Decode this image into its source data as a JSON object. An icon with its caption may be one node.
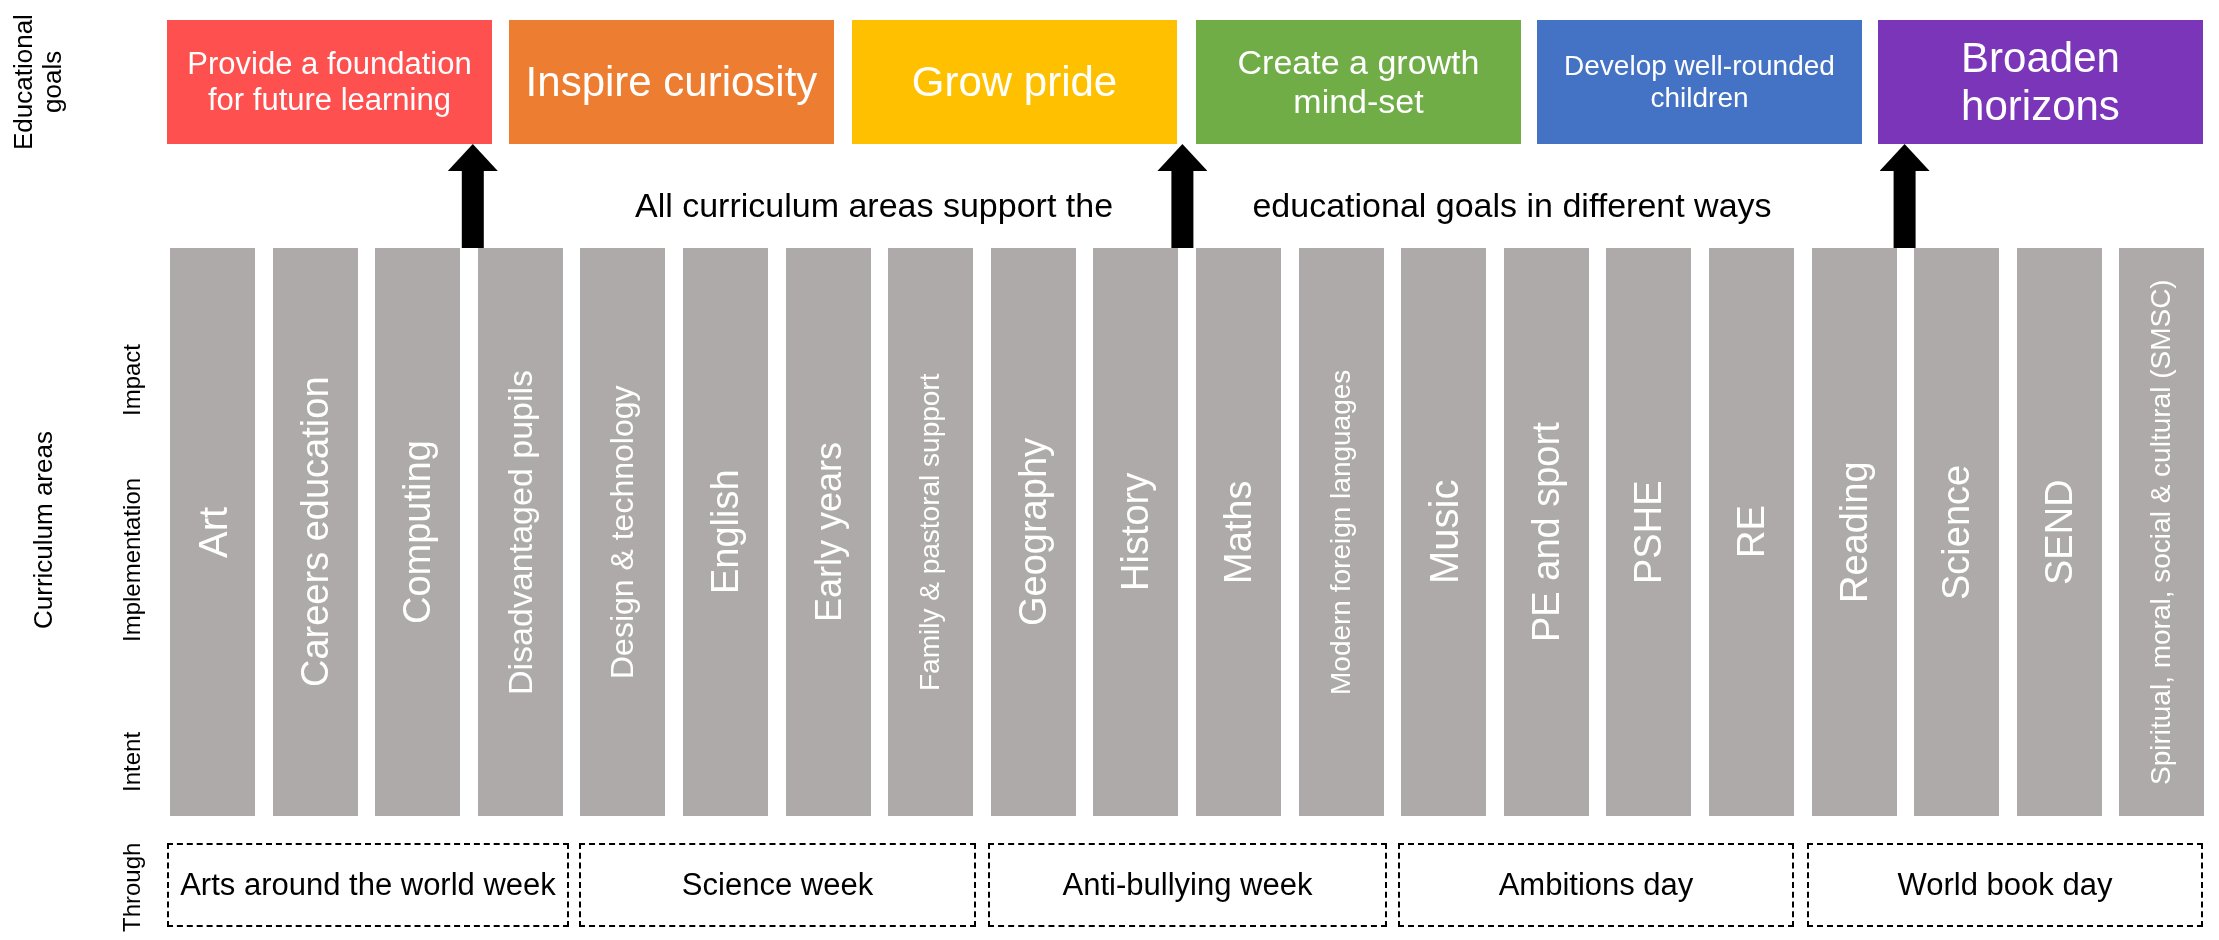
{
  "diagram": {
    "nodes": [
      {
        "text": [
          "Provide a foundation for future learning"
        ]
      },
      {
        "text": [
          "Inspire curiosity"
        ]
      },
      {
        "text": [
          "Grow pride"
        ]
      },
      {
        "text": [
          "Create a growth mind-set"
        ]
      },
      {
        "text": [
          "Develop well-rounded children"
        ]
      },
      {
        "text": [
          "Broaden horizons"
        ]
      },
      {
        "text": [
          "Art"
        ]
      },
      {
        "text": [
          "Careers education"
        ]
      },
      {
        "text": [
          "Computing"
        ]
      },
      {
        "text": [
          "Disadvantaged pupils"
        ]
      },
      {
        "text": [
          "Design & technology"
        ]
      },
      {
        "text": [
          "English"
        ]
      },
      {
        "text": [
          "Early years"
        ]
      },
      {
        "text": [
          "Family & pastoral support"
        ]
      },
      {
        "text": [
          "Geography"
        ]
      },
      {
        "text": [
          "History"
        ]
      },
      {
        "text": [
          "Maths"
        ]
      },
      {
        "text": [
          "Modern foreign languages"
        ]
      },
      {
        "text": [
          "Music"
        ]
      },
      {
        "text": [
          "PE and sport"
        ]
      },
      {
        "text": [
          "PSHE"
        ]
      },
      {
        "text": [
          "RE"
        ]
      },
      {
        "text": [
          "Reading"
        ]
      },
      {
        "text": [
          "Science"
        ]
      },
      {
        "text": [
          "SEND"
        ]
      },
      {
        "text": [
          "Spiritual, moral, social & cultural (SMSC)"
        ]
      },
      {
        "text": [
          "Arts around the world week"
        ]
      },
      {
        "text": [
          "Science week"
        ]
      },
      {
        "text": [
          "Anti-bullying week"
        ]
      },
      {
        "text": [
          "Ambitions day"
        ]
      },
      {
        "text": [
          "World book day"
        ]
      }
    ],
    "edges": [
      {
        "from": 9,
        "to": 0,
        "arrow": "to"
      },
      {
        "from": 15,
        "to": 2,
        "arrow": "to"
      },
      {
        "from": 22,
        "to": 5,
        "arrow": "to"
      }
    ],
    "labels": [
      "Educational goals",
      "All curriculum areas support the",
      "educational goals in different ways",
      "Curriculum areas",
      "Impact",
      "Implementation",
      "Intent",
      "Through"
    ]
  }
}
